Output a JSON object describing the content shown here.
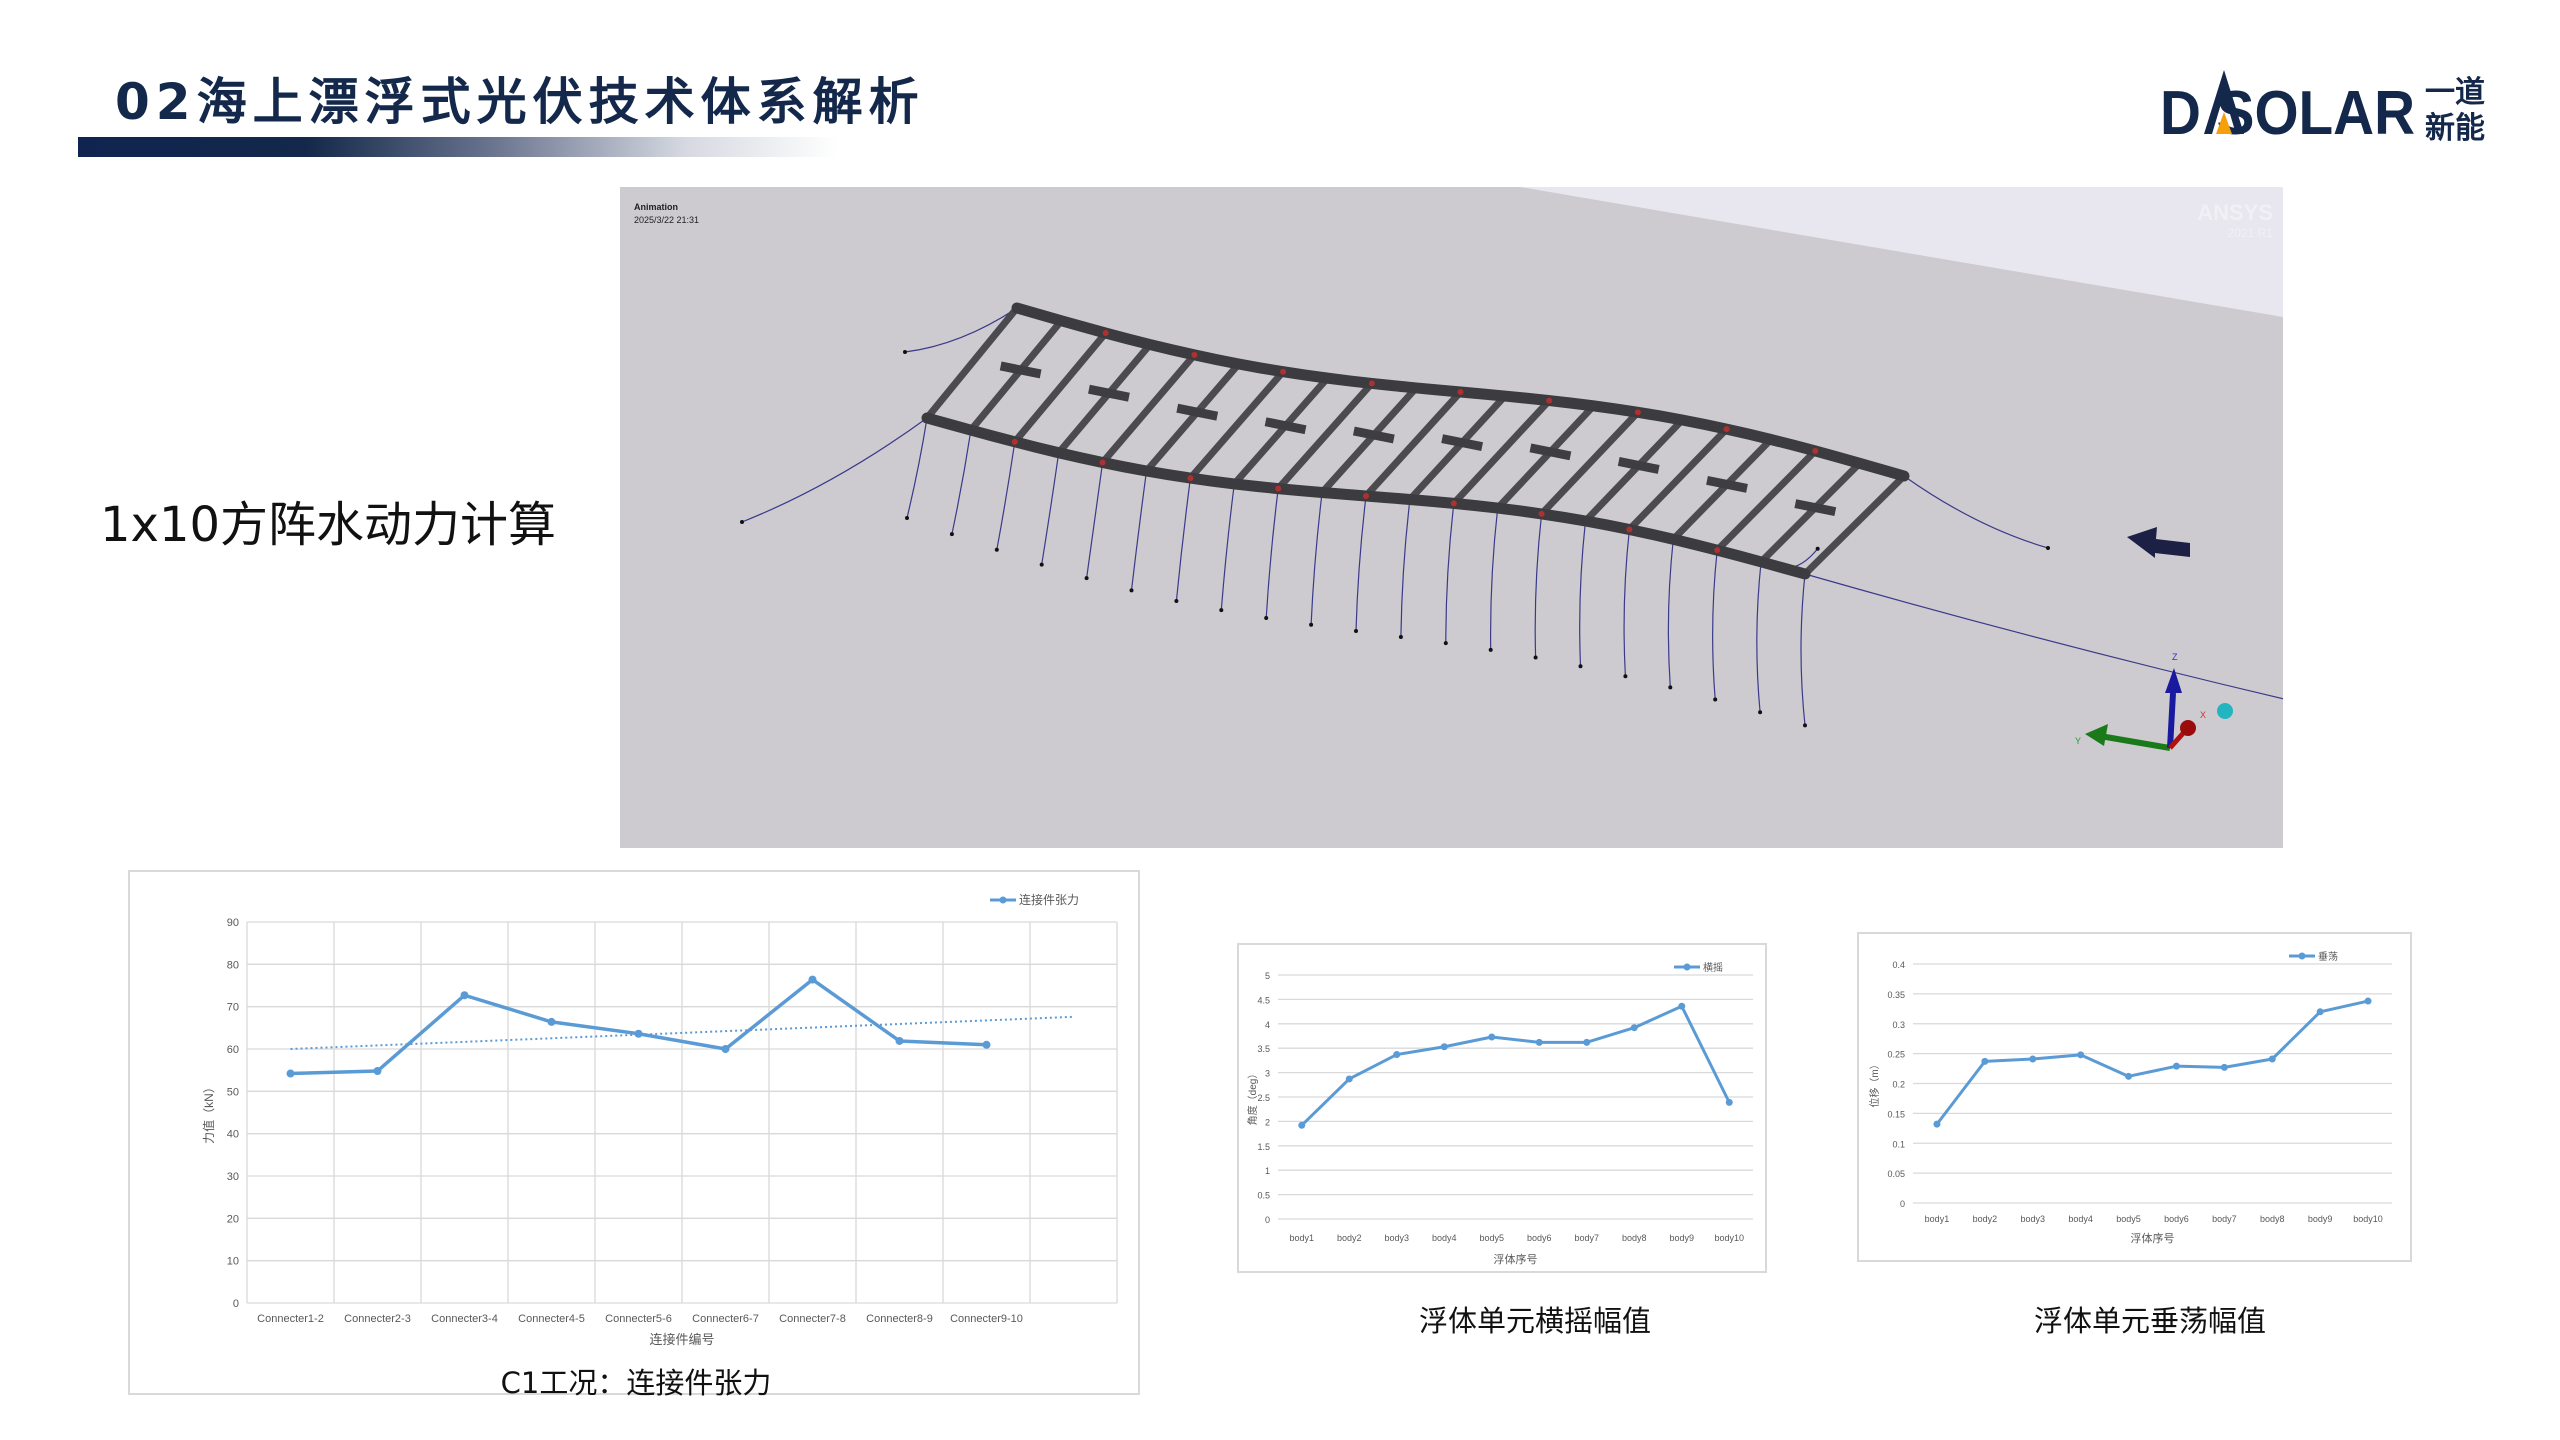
{
  "header": {
    "title": "02海上漂浮式光伏技术体系解析",
    "logo_text": "DASOLAR",
    "logo_cn": "一道新能",
    "brand_color": "#13284a",
    "logo_accent": "#f5a00a"
  },
  "subtitle": "1x10方阵水动力计算",
  "animation": {
    "label": "Animation",
    "timestamp": "2025/3/22 21:31",
    "watermark": "ANSYS",
    "watermark_version": "2021 R1",
    "axes": {
      "x": "X",
      "y": "Y",
      "z": "Z"
    }
  },
  "chart_data": [
    {
      "type": "line",
      "title": "",
      "caption": "C1工况：连接件张力",
      "xlabel": "连接件编号",
      "ylabel": "力值（kN）",
      "categories": [
        "Connecter1-2",
        "Connecter2-3",
        "Connecter3-4",
        "Connecter4-5",
        "Connecter5-6",
        "Connecter6-7",
        "Connecter7-8",
        "Connecter8-9",
        "Connecter9-10"
      ],
      "series": [
        {
          "name": "连接件张力",
          "values": [
            54.2,
            54.8,
            72.7,
            66.4,
            63.6,
            60.0,
            76.4,
            61.9,
            61.0
          ],
          "color": "#5b9bd5"
        }
      ],
      "trendline": {
        "type": "linear",
        "start": 60.0,
        "end": 67.6,
        "style": "dotted"
      },
      "ylim": [
        0,
        90
      ],
      "yticks": [
        "0",
        "10",
        "20",
        "30",
        "40",
        "50",
        "60",
        "70",
        "80",
        "90"
      ],
      "grid": true,
      "legend": "top-right"
    },
    {
      "type": "line",
      "caption": "浮体单元横摇幅值",
      "xlabel": "浮体序号",
      "ylabel": "角度（deg）",
      "categories": [
        "body1",
        "body2",
        "body3",
        "body4",
        "body5",
        "body6",
        "body7",
        "body8",
        "body9",
        "body10"
      ],
      "series": [
        {
          "name": "横摇",
          "values": [
            1.92,
            2.87,
            3.37,
            3.53,
            3.73,
            3.62,
            3.62,
            3.92,
            4.36,
            2.39
          ],
          "color": "#5b9bd5"
        }
      ],
      "ylim": [
        0,
        5
      ],
      "yticks": [
        "0",
        "0.5",
        "1",
        "1.5",
        "2",
        "2.5",
        "3",
        "3.5",
        "4",
        "4.5",
        "5"
      ],
      "grid": true,
      "legend": "top-right"
    },
    {
      "type": "line",
      "caption": "浮体单元垂荡幅值",
      "xlabel": "浮体序号",
      "ylabel": "位移（m）",
      "categories": [
        "body1",
        "body2",
        "body3",
        "body4",
        "body5",
        "body6",
        "body7",
        "body8",
        "body9",
        "body10"
      ],
      "series": [
        {
          "name": "垂荡",
          "values": [
            0.132,
            0.237,
            0.241,
            0.248,
            0.212,
            0.229,
            0.227,
            0.241,
            0.32,
            0.338
          ],
          "color": "#5b9bd5"
        }
      ],
      "ylim": [
        0,
        0.4
      ],
      "yticks": [
        "0",
        "0.05",
        "0.1",
        "0.15",
        "0.2",
        "0.25",
        "0.3",
        "0.35",
        "0.4"
      ],
      "grid": true,
      "legend": "top-right"
    }
  ]
}
